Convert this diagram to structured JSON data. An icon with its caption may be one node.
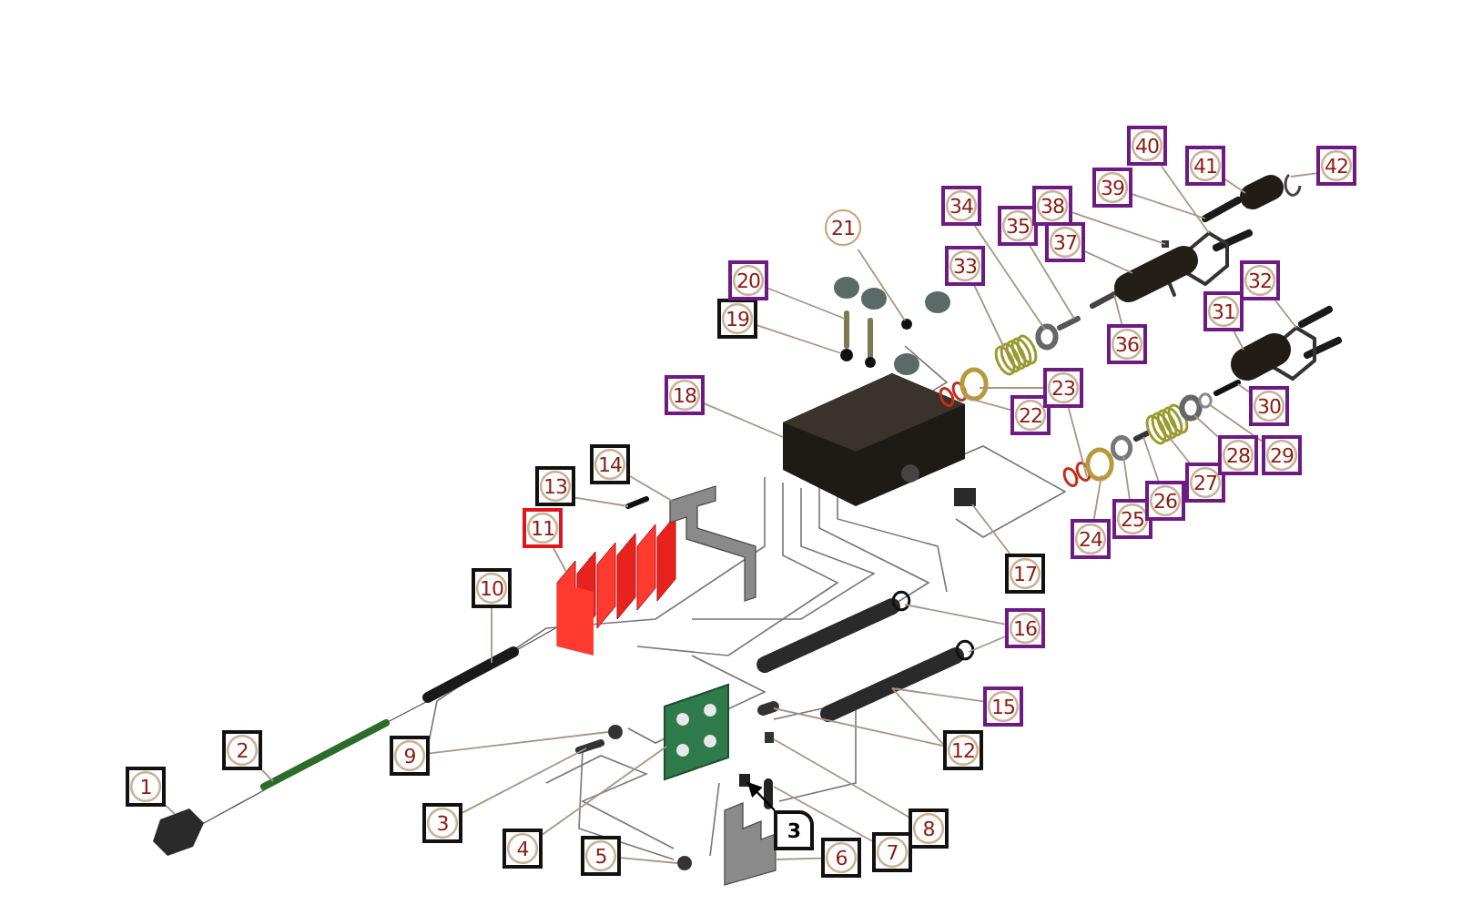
{
  "diagram": {
    "nodes": [
      {
        "text": [
          "1"
        ]
      },
      {
        "text": [
          "2"
        ]
      },
      {
        "text": [
          "3"
        ]
      },
      {
        "text": [
          "4"
        ]
      },
      {
        "text": [
          "5"
        ]
      },
      {
        "text": [
          "6"
        ]
      },
      {
        "text": [
          "7"
        ]
      },
      {
        "text": [
          "8"
        ]
      },
      {
        "text": [
          "9"
        ]
      },
      {
        "text": [
          "10"
        ]
      },
      {
        "text": [
          "11"
        ]
      },
      {
        "text": [
          "12"
        ]
      },
      {
        "text": [
          "13"
        ]
      },
      {
        "text": [
          "14"
        ]
      },
      {
        "text": [
          "15"
        ]
      },
      {
        "text": [
          "16"
        ]
      },
      {
        "text": [
          "17"
        ]
      },
      {
        "text": [
          "18"
        ]
      },
      {
        "text": [
          "19"
        ]
      },
      {
        "text": [
          "20"
        ]
      },
      {
        "text": [
          "21"
        ]
      },
      {
        "text": [
          "22"
        ]
      },
      {
        "text": [
          "23"
        ]
      },
      {
        "text": [
          "24"
        ]
      },
      {
        "text": [
          "25"
        ]
      },
      {
        "text": [
          "26"
        ]
      },
      {
        "text": [
          "27"
        ]
      },
      {
        "text": [
          "28"
        ]
      },
      {
        "text": [
          "29"
        ]
      },
      {
        "text": [
          "30"
        ]
      },
      {
        "text": [
          "31"
        ]
      },
      {
        "text": [
          "32"
        ]
      },
      {
        "text": [
          "33"
        ]
      },
      {
        "text": [
          "34"
        ]
      },
      {
        "text": [
          "35"
        ]
      },
      {
        "text": [
          "36"
        ]
      },
      {
        "text": [
          "37"
        ]
      },
      {
        "text": [
          "38"
        ]
      },
      {
        "text": [
          "39"
        ]
      },
      {
        "text": [
          "40"
        ]
      },
      {
        "text": [
          "41"
        ]
      },
      {
        "text": [
          "42"
        ]
      },
      {
        "text": [
          "3"
        ]
      },
      {
        "text": [],
        "shape": "picture"
      },
      {
        "text": [],
        "shape": "picture"
      },
      {
        "text": [],
        "shape": "picture"
      },
      {
        "text": [],
        "shape": "picture"
      },
      {
        "text": [],
        "shape": "picture"
      },
      {
        "text": [],
        "shape": "picture"
      },
      {
        "text": [],
        "shape": "picture"
      },
      {
        "text": [],
        "shape": "picture"
      },
      {
        "text": [],
        "shape": "circle"
      },
      {
        "text": [],
        "shape": "picture"
      },
      {
        "text": [],
        "shape": "box"
      },
      {
        "text": [],
        "shape": "circle"
      },
      {
        "text": [],
        "shape": "picture"
      },
      {
        "text": [],
        "shape": "picture"
      },
      {
        "text": [],
        "shape": "picture"
      },
      {
        "text": [],
        "shape": "picture"
      },
      {
        "text": [],
        "shape": "picture"
      },
      {
        "text": [],
        "shape": "picture"
      },
      {
        "text": [],
        "shape": "circle"
      },
      {
        "text": [],
        "shape": "circle"
      },
      {
        "text": [],
        "shape": "box"
      },
      {
        "text": [],
        "shape": "picture"
      },
      {
        "text": [],
        "shape": "circle"
      },
      {
        "text": [],
        "shape": "picture"
      },
      {
        "text": [],
        "shape": "circle"
      },
      {
        "text": [],
        "shape": "picture"
      },
      {
        "text": [],
        "shape": "circle"
      },
      {
        "text": [],
        "shape": "picture"
      },
      {
        "text": [],
        "shape": "circle"
      },
      {
        "text": [],
        "shape": "circle"
      },
      {
        "text": [],
        "shape": "picture"
      },
      {
        "text": [],
        "shape": "picture"
      },
      {
        "text": [],
        "shape": "circle"
      },
      {
        "text": [],
        "shape": "circle"
      },
      {
        "text": [],
        "shape": "picture"
      },
      {
        "text": [],
        "shape": "picture"
      },
      {
        "text": [],
        "shape": "circle"
      },
      {
        "text": [],
        "shape": "picture"
      },
      {
        "text": [],
        "shape": "picture"
      },
      {
        "text": [],
        "shape": "picture"
      },
      {
        "text": [],
        "shape": "box"
      },
      {
        "text": [],
        "shape": "picture"
      },
      {
        "text": [],
        "shape": "picture"
      },
      {
        "text": [],
        "shape": "picture"
      },
      {
        "text": [],
        "shape": "box"
      }
    ],
    "edges": [
      {
        "from": 0,
        "to": 47,
        "arrow": "none"
      },
      {
        "from": 1,
        "to": 48,
        "arrow": "none"
      },
      {
        "from": 2,
        "to": 49,
        "arrow": "none"
      },
      {
        "from": 3,
        "to": 50,
        "arrow": "none"
      },
      {
        "from": 4,
        "to": 51,
        "arrow": "none"
      },
      {
        "from": 5,
        "to": 43,
        "arrow": "none"
      },
      {
        "from": 6,
        "to": 52,
        "arrow": "none"
      },
      {
        "from": 7,
        "to": 53,
        "arrow": "none"
      },
      {
        "from": 8,
        "to": 54,
        "arrow": "none"
      },
      {
        "from": 9,
        "to": 55,
        "arrow": "none"
      },
      {
        "from": 10,
        "to": 56,
        "arrow": "none"
      },
      {
        "from": 11,
        "to": 57,
        "arrow": "none"
      },
      {
        "from": 12,
        "to": 58,
        "arrow": "none"
      },
      {
        "from": 13,
        "to": 59,
        "arrow": "none"
      },
      {
        "from": 14,
        "to": 60,
        "arrow": "none"
      },
      {
        "from": 15,
        "to": 61,
        "arrow": "none"
      },
      {
        "from": 16,
        "to": 63,
        "arrow": "none"
      },
      {
        "from": 17,
        "to": 64,
        "arrow": "none"
      },
      {
        "from": 18,
        "to": 65,
        "arrow": "none"
      },
      {
        "from": 19,
        "to": 66,
        "arrow": "none"
      },
      {
        "from": 20,
        "to": 67,
        "arrow": "none"
      },
      {
        "from": 21,
        "to": 68,
        "arrow": "none"
      },
      {
        "from": 22,
        "to": 69,
        "arrow": "none"
      },
      {
        "from": 23,
        "to": 71,
        "arrow": "none"
      },
      {
        "from": 24,
        "to": 72,
        "arrow": "none"
      },
      {
        "from": 25,
        "to": 73,
        "arrow": "none"
      },
      {
        "from": 26,
        "to": 74,
        "arrow": "none"
      },
      {
        "from": 27,
        "to": 75,
        "arrow": "none"
      },
      {
        "from": 28,
        "to": 76,
        "arrow": "none"
      },
      {
        "from": 29,
        "to": 77,
        "arrow": "none"
      },
      {
        "from": 30,
        "to": 78,
        "arrow": "none"
      },
      {
        "from": 31,
        "to": 44,
        "arrow": "none"
      },
      {
        "from": 32,
        "to": 45,
        "arrow": "none"
      },
      {
        "from": 33,
        "to": 79,
        "arrow": "none"
      },
      {
        "from": 34,
        "to": 80,
        "arrow": "none"
      },
      {
        "from": 35,
        "to": 81,
        "arrow": "none"
      },
      {
        "from": 36,
        "to": 82,
        "arrow": "none"
      },
      {
        "from": 37,
        "to": 83,
        "arrow": "none"
      },
      {
        "from": 38,
        "to": 84,
        "arrow": "none"
      },
      {
        "from": 39,
        "to": 46,
        "arrow": "none"
      },
      {
        "from": 40,
        "to": 85,
        "arrow": "none"
      },
      {
        "from": 41,
        "to": 86,
        "arrow": "none"
      },
      {
        "from": 42,
        "to": 87,
        "arrow": "to",
        "color": "#000000"
      },
      {
        "from": 11,
        "to": 60,
        "arrow": "none"
      },
      {
        "from": 15,
        "to": 62,
        "arrow": "none"
      },
      {
        "from": 22,
        "to": 70,
        "arrow": "none"
      }
    ]
  }
}
